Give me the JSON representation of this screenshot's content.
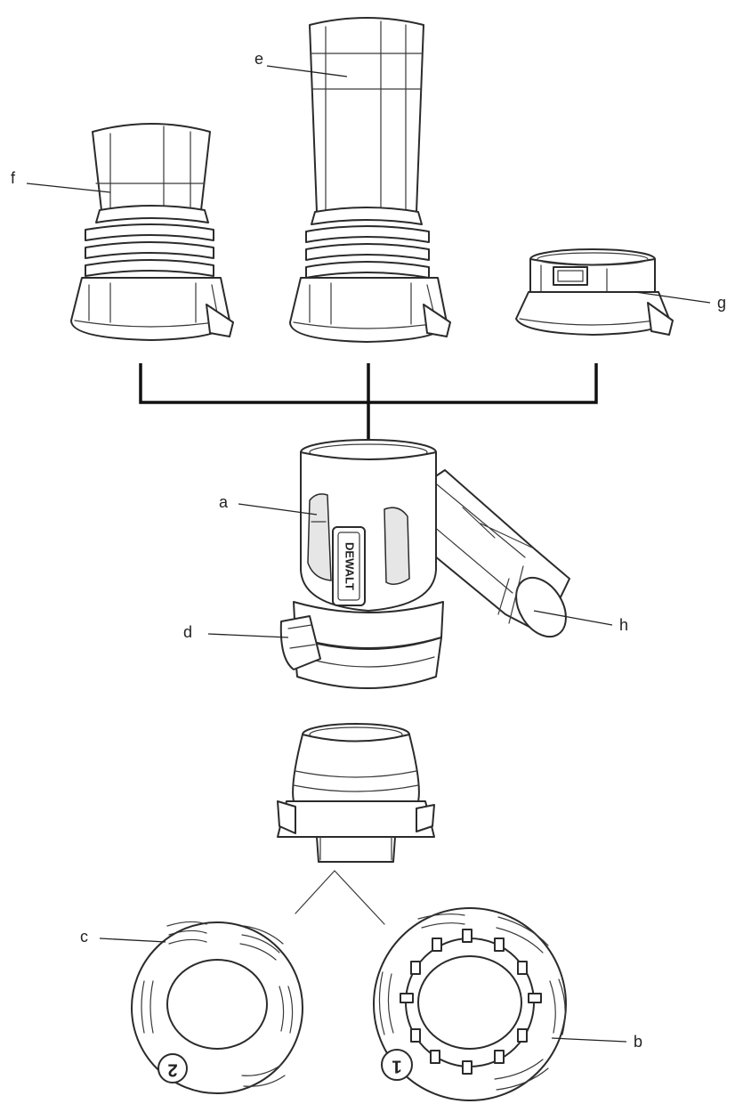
{
  "callouts": {
    "a": "a",
    "b": "b",
    "c": "c",
    "d": "d",
    "e": "e",
    "f": "f",
    "g": "g",
    "h": "h"
  },
  "brand_text": "DEWALT",
  "ring_numbers": {
    "ring_c": "2",
    "ring_b": "1"
  },
  "colors": {
    "line": "#2b2b2b",
    "background": "#ffffff"
  }
}
